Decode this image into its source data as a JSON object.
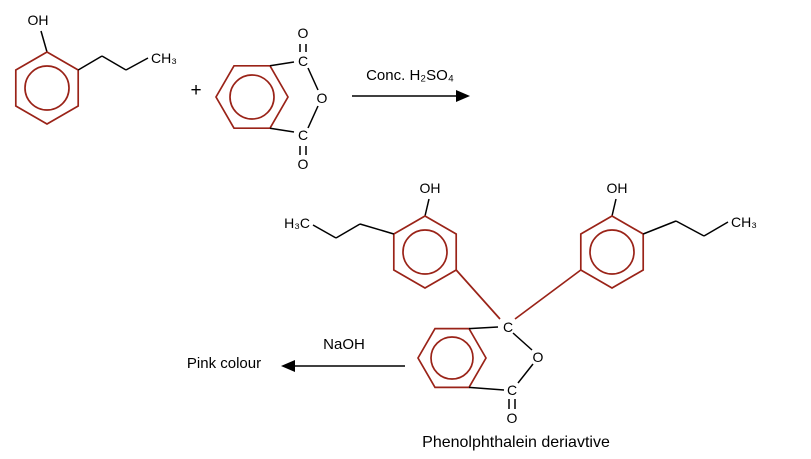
{
  "colors": {
    "ring": "#9a2318",
    "bond": "#000000",
    "text": "#000000",
    "background": "#ffffff"
  },
  "scheme": {
    "reactant_phenol": {
      "oh": "OH",
      "propyl": "CH₃"
    },
    "plus": "+",
    "anhydride": {
      "c_top": "C",
      "o_carbonyl_top": "O",
      "o_ester": "O",
      "c_bottom": "C",
      "o_carbonyl_bottom": "O"
    },
    "conditions_forward": "Conc. H₂SO₄",
    "product": {
      "left_oh": "OH",
      "left_propyl": "H₃C",
      "right_oh": "OH",
      "right_propyl": "CH₃",
      "central_c": "C",
      "lactone_o": "O",
      "carbonyl_c": "C",
      "carbonyl_o": "O"
    },
    "conditions_reverse": "NaOH",
    "result": "Pink colour",
    "caption": "Phenolphthalein deriavtive"
  }
}
